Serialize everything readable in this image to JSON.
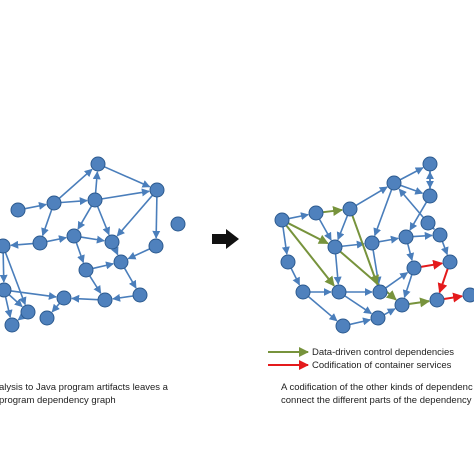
{
  "legend": {
    "items": [
      {
        "label": "Data-driven control dependencies",
        "color": "#77933C"
      },
      {
        "label": "Codification of container services",
        "color": "#E41A1C"
      }
    ]
  },
  "captions": {
    "left": [
      "alysis to Java program artifacts leaves a",
      "program dependency graph"
    ],
    "right": [
      "A codification of the other kinds of dependenc",
      "connect the different parts of the dependency"
    ]
  },
  "colors": {
    "node_fill": "#4F81BD",
    "node_stroke": "#2C5A8F",
    "edge": "#4A7EBB",
    "arrow": "#111111"
  },
  "icons": {
    "transition": "right-arrow-icon"
  }
}
